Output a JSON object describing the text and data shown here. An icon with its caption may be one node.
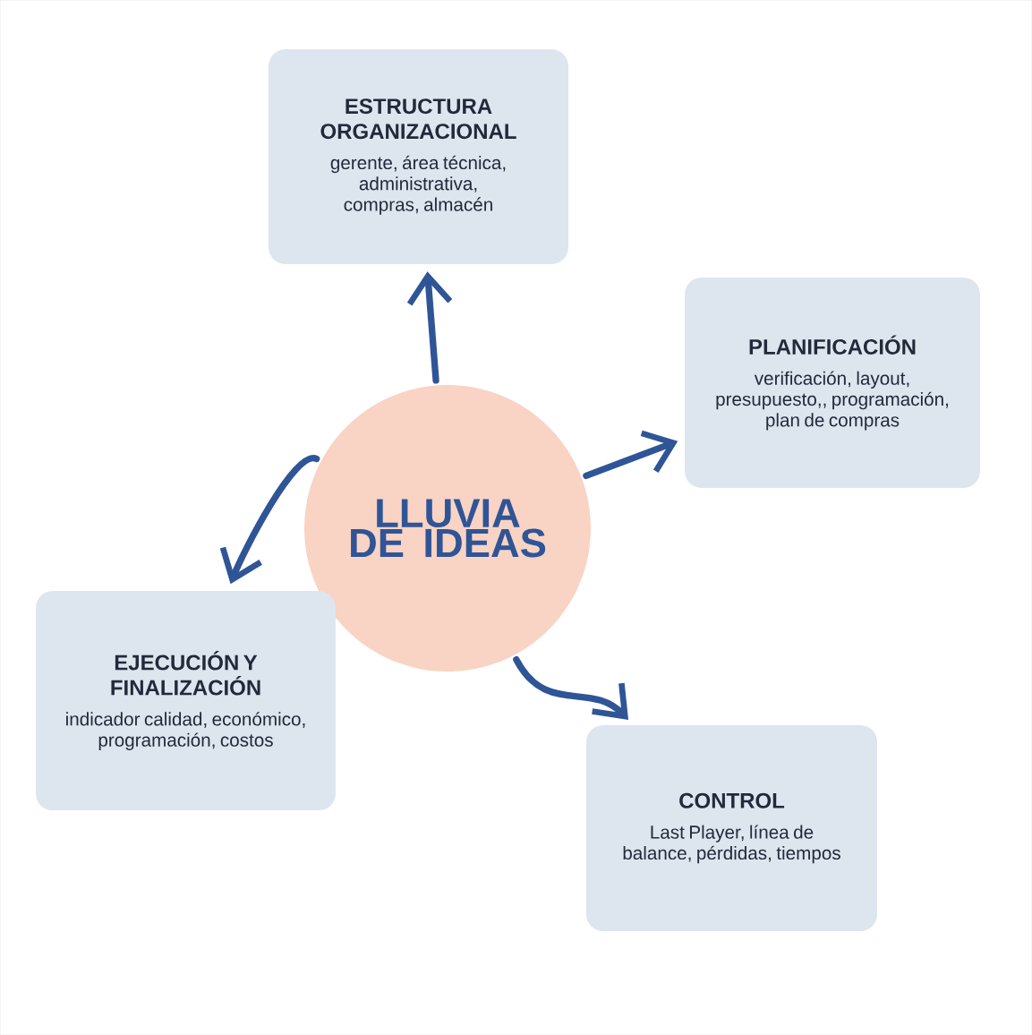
{
  "diagram": {
    "nodes": [
      {
        "text": [
          "LLUVIA DE IDEAS"
        ]
      },
      {
        "text": [
          "ESTRUCTURA ORGANIZACIONAL",
          "gerente, área técnica, administrativa, compras, almacén"
        ]
      },
      {
        "text": [
          "PLANIFICACIÓN",
          "verificación, layout, presupuesto,, programación, plan de compras"
        ]
      },
      {
        "text": [
          "EJECUCIÓN Y FINALIZACIÓN",
          "indicador calidad, económico, programación, costos"
        ]
      },
      {
        "text": [
          "CONTROL",
          "Last Player, línea de balance, pérdidas, tiempos"
        ]
      }
    ],
    "edges": [
      {
        "from": 0,
        "to": 1,
        "arrow": "to"
      },
      {
        "from": 0,
        "to": 2,
        "arrow": "to"
      },
      {
        "from": 0,
        "to": 3,
        "arrow": "to"
      },
      {
        "from": 0,
        "to": 4,
        "arrow": "to"
      }
    ]
  }
}
